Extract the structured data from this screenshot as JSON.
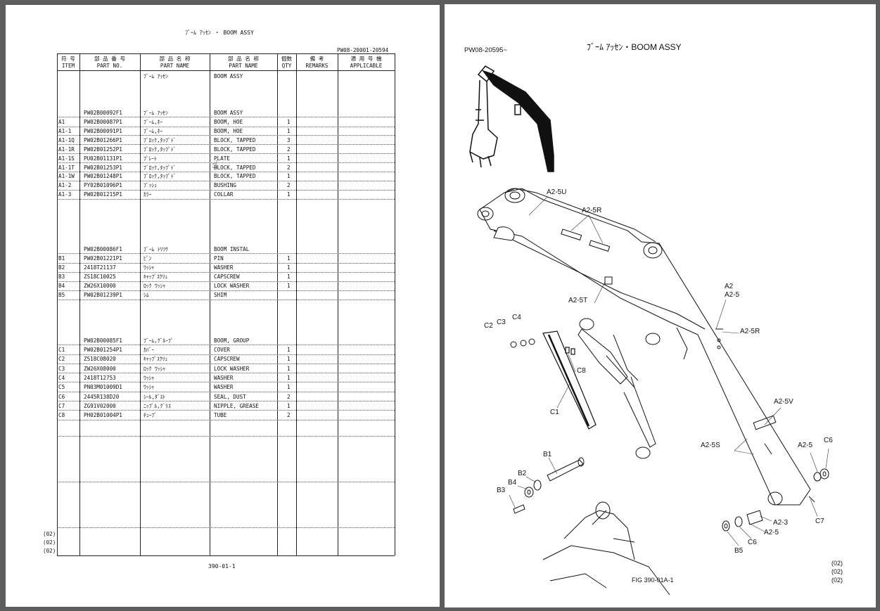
{
  "left_page": {
    "title": "ﾌﾞｰﾑ ｱｯｾﾝ  ・  BOOM ASSY",
    "serial_range": "PW08-20001-20594",
    "page_number": "390-01-1",
    "columns": [
      {
        "jp": "符 号",
        "en": "ITEM"
      },
      {
        "jp": "部 品 番 号",
        "en": "PART NO."
      },
      {
        "jp": "部 品 名 称",
        "en": "PART NAME"
      },
      {
        "jp": "部 品 名 称",
        "en": "PART NAME"
      },
      {
        "jp": "個数",
        "en": "QTY"
      },
      {
        "jp": "備  考",
        "en": "REMARKS"
      },
      {
        "jp": "適 用 号 機",
        "en": "APPLICABLE"
      }
    ],
    "group_a_header": {
      "jp": "ﾌﾞｰﾑ ｱｯｾﾝ",
      "en": "BOOM ASSY"
    },
    "group_a": {
      "part_no": "PW02B00092F1",
      "jp": "ﾌﾞｰﾑ ｱｯｾﾝ",
      "en": "BOOM ASSY"
    },
    "rows_a": [
      {
        "item": "A1",
        "part_no": "PW02B00087P1",
        "jp": "ﾌﾞｰﾑ,ﾎｰ",
        "en": "BOOM, HOE",
        "qty": "1"
      },
      {
        "item": "A1-1",
        "part_no": "PW02B00091P1",
        "jp": "ﾌﾞｰﾑ,ﾎｰ",
        "en": "BOOM, HOE",
        "qty": "1"
      },
      {
        "item": "A1-1Q",
        "part_no": "PW02B01266P1",
        "jp": "ﾌﾞﾛｯｸ,ﾀｯﾌﾟﾄﾞ",
        "en": "BLOCK, TAPPED",
        "qty": "3"
      },
      {
        "item": "A1-1R",
        "part_no": "PW02B01252P1",
        "jp": "ﾌﾞﾛｯｸ,ﾀｯﾌﾟﾄﾞ",
        "en": "BLOCK, TAPPED",
        "qty": "2"
      },
      {
        "item": "A1-1S",
        "part_no": "PU02B01131P1",
        "jp": "ﾌﾟﾚｰﾄ",
        "en": "PLATE",
        "qty": "1"
      },
      {
        "item": "A1-1T",
        "part_no": "PW02B01253P1",
        "jp": "ﾌﾞﾛｯｸ,ﾀｯﾌﾟﾄﾞ",
        "en": "BLOCK, TAPPED",
        "qty": "2"
      },
      {
        "item": "A1-1W",
        "part_no": "PW02B01248P1",
        "jp": "ﾌﾞﾛｯｸ,ﾀｯﾌﾟﾄﾞ",
        "en": "BLOCK, TAPPED",
        "qty": "1"
      },
      {
        "item": "A1-2",
        "part_no": "PY02B01096P1",
        "jp": "ﾌﾞｯｼｭ",
        "en": "BUSHING",
        "qty": "2"
      },
      {
        "item": "A1-3",
        "part_no": "PW02B01215P1",
        "jp": "ｶﾗｰ",
        "en": "COLLAR",
        "qty": "1"
      }
    ],
    "group_b": {
      "part_no": "PW02B00086F1",
      "jp": "ﾌﾞｰﾑ ﾄﾘﾂｹ",
      "en": "BOOM INSTAL"
    },
    "rows_b": [
      {
        "item": "B1",
        "part_no": "PW02B01221P1",
        "jp": "ﾋﾟﾝ",
        "en": "PIN",
        "qty": "1"
      },
      {
        "item": "B2",
        "part_no": "2418T21137",
        "jp": "ﾜｯｼｬ",
        "en": "WASHER",
        "qty": "1"
      },
      {
        "item": "B3",
        "part_no": "ZS18C10025",
        "jp": "ｷｬｯﾌﾟｽｸﾘｭ",
        "en": "CAPSCREW",
        "qty": "1"
      },
      {
        "item": "B4",
        "part_no": "ZW26X10000",
        "jp": "ﾛｯｸ ﾜｯｼｬ",
        "en": "LOCK WASHER",
        "qty": "1"
      },
      {
        "item": "B5",
        "part_no": "PW02B01239P1",
        "jp": "ｼﾑ",
        "en": "SHIM",
        "qty": ""
      }
    ],
    "group_c": {
      "part_no": "PW02B00085F1",
      "jp": "ﾌﾞｰﾑ,ｸﾞﾙｰﾌﾟ",
      "en": "BOOM, GROUP"
    },
    "rows_c": [
      {
        "item": "C1",
        "part_no": "PW02B01254P1",
        "jp": "ｶﾊﾞｰ",
        "en": "COVER",
        "qty": "1"
      },
      {
        "item": "C2",
        "part_no": "ZS18C08020",
        "jp": "ｷｬｯﾌﾟｽｸﾘｭ",
        "en": "CAPSCREW",
        "qty": "1"
      },
      {
        "item": "C3",
        "part_no": "ZW26X08000",
        "jp": "ﾛｯｸ ﾜｯｼｬ",
        "en": "LOCK WASHER",
        "qty": "1"
      },
      {
        "item": "C4",
        "part_no": "2418T12753",
        "jp": "ﾜｯｼｬ",
        "en": "WASHER",
        "qty": "1"
      },
      {
        "item": "C5",
        "part_no": "PN03M01009D1",
        "jp": "ﾜｯｼｬ",
        "en": "WASHER",
        "qty": "1"
      },
      {
        "item": "C6",
        "part_no": "2445R138D20",
        "jp": "ｼｰﾙ,ﾀﾞｽﾄ",
        "en": "SEAL, DUST",
        "qty": "2"
      },
      {
        "item": "C7",
        "part_no": "ZG91V02000",
        "jp": "ﾆｯﾌﾟﾙ,ｸﾞﾘｽ",
        "en": "NIPPLE, GREASE",
        "qty": "1"
      },
      {
        "item": "C8",
        "part_no": "PH02B01004P1",
        "jp": "ﾁｭｰﾌﾞ",
        "en": "TUBE",
        "qty": "2"
      }
    ],
    "footnotes": [
      "(02)",
      "(02)",
      "(02)"
    ]
  },
  "right_page": {
    "title": "ﾌﾞｰﾑ ｱｯｾﾝ・BOOM ASSY",
    "serial_from": "PW08-20595~",
    "figure_label": "FIG  390-01A-1",
    "footnotes": [
      "(02)",
      "(02)",
      "(02)"
    ],
    "callouts": {
      "a25u": "A2-5U",
      "a25r_top": "A2-5R",
      "a25t": "A2-5T",
      "a2": "A2",
      "a25": "A2-5",
      "a25r_mid": "A2-5R",
      "a25v": "A2-5V",
      "a25s": "A2-5S",
      "a25_right": "A2-5",
      "c6_right": "C6",
      "c7": "C7",
      "a23": "A2-3",
      "a25_low": "A2-5",
      "c6_low": "C6",
      "b5": "B5",
      "c2": "C2",
      "c3": "C3",
      "c4": "C4",
      "c8": "C8",
      "c1": "C1",
      "b1": "B1",
      "b2": "B2",
      "b4": "B4",
      "b3": "B3"
    }
  }
}
